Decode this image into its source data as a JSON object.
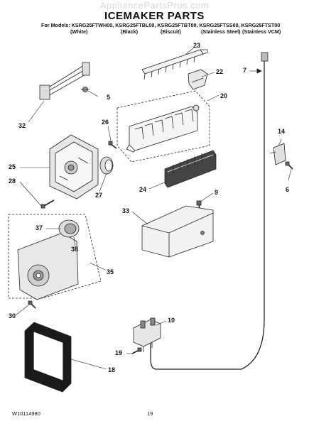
{
  "watermark": "AppliancePartsPros.com",
  "title": "ICEMAKER PARTS",
  "models": "For Models: KSRG25FTWH00, KSRG25FTBL00, KSRG25FTBT00, KSRG25FTSS00, KSRG25FTST00",
  "variants": [
    "(White)",
    "(Black)",
    "(Biscuit)",
    "(Stainless Steel)",
    "(Stainless VCM)"
  ],
  "callouts": {
    "c5": "5",
    "c6": "6",
    "c7": "7",
    "c9": "9",
    "c10": "10",
    "c14": "14",
    "c18": "18",
    "c19": "19",
    "c20": "20",
    "c22": "22",
    "c23": "23",
    "c24": "24",
    "c25": "25",
    "c26": "26",
    "c27": "27",
    "c28": "28",
    "c30": "30",
    "c32": "32",
    "c33": "33",
    "c35": "35",
    "c37": "37",
    "c38": "38"
  },
  "footer": {
    "doc_number": "W10114980",
    "page_number": "19"
  }
}
